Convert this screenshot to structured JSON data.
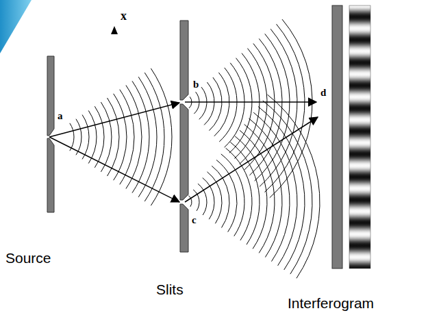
{
  "diagram": {
    "labels": [
      "x",
      "a",
      "b",
      "c",
      "d",
      "Source",
      "Slits",
      "Interferogram"
    ]
  }
}
